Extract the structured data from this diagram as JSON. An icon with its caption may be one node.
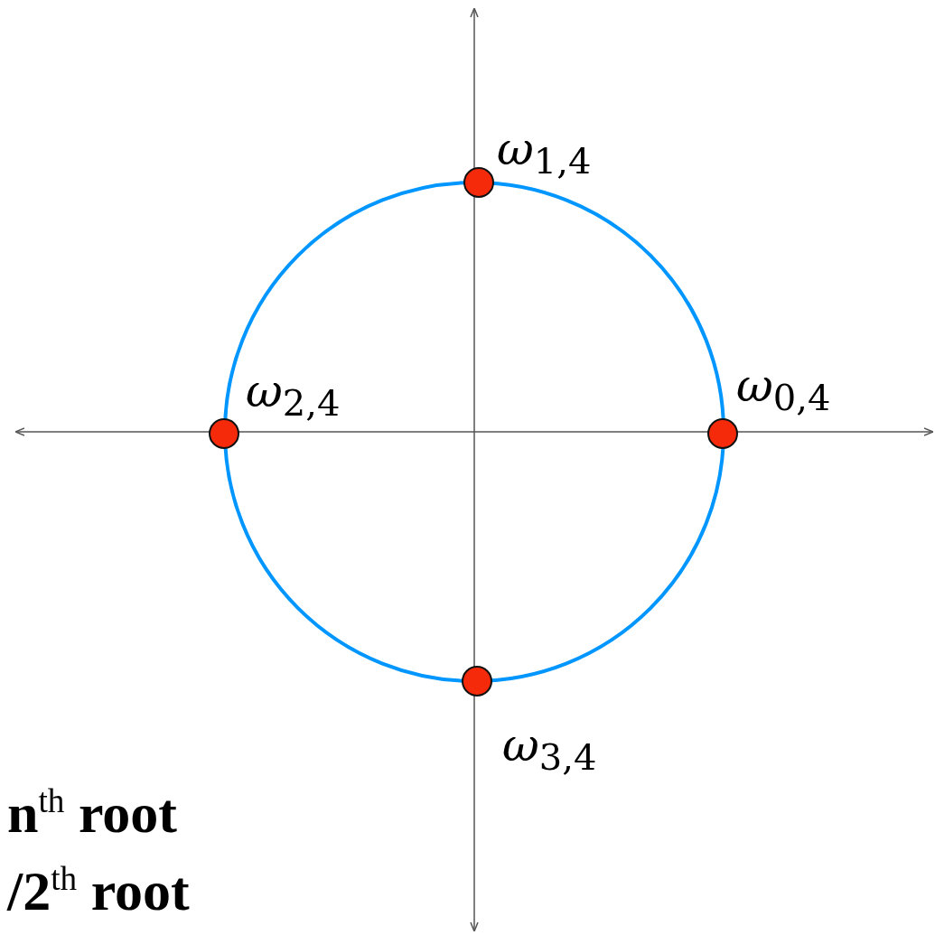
{
  "diagram": {
    "nodes": [
      {
        "text": [],
        "shape": "circle",
        "beside": [
          "ω$_{1,4}$"
        ]
      },
      {
        "text": [],
        "shape": "circle",
        "beside": [
          "ω$_{2,4}$"
        ]
      },
      {
        "text": [],
        "shape": "circle",
        "beside": [
          "ω$_{0,4}$"
        ]
      },
      {
        "text": [],
        "shape": "circle",
        "beside": [
          "ω$_{3,4}$"
        ]
      }
    ],
    "labels": [
      "n$^{th}$ root",
      "/2$^{th}$ root"
    ]
  }
}
